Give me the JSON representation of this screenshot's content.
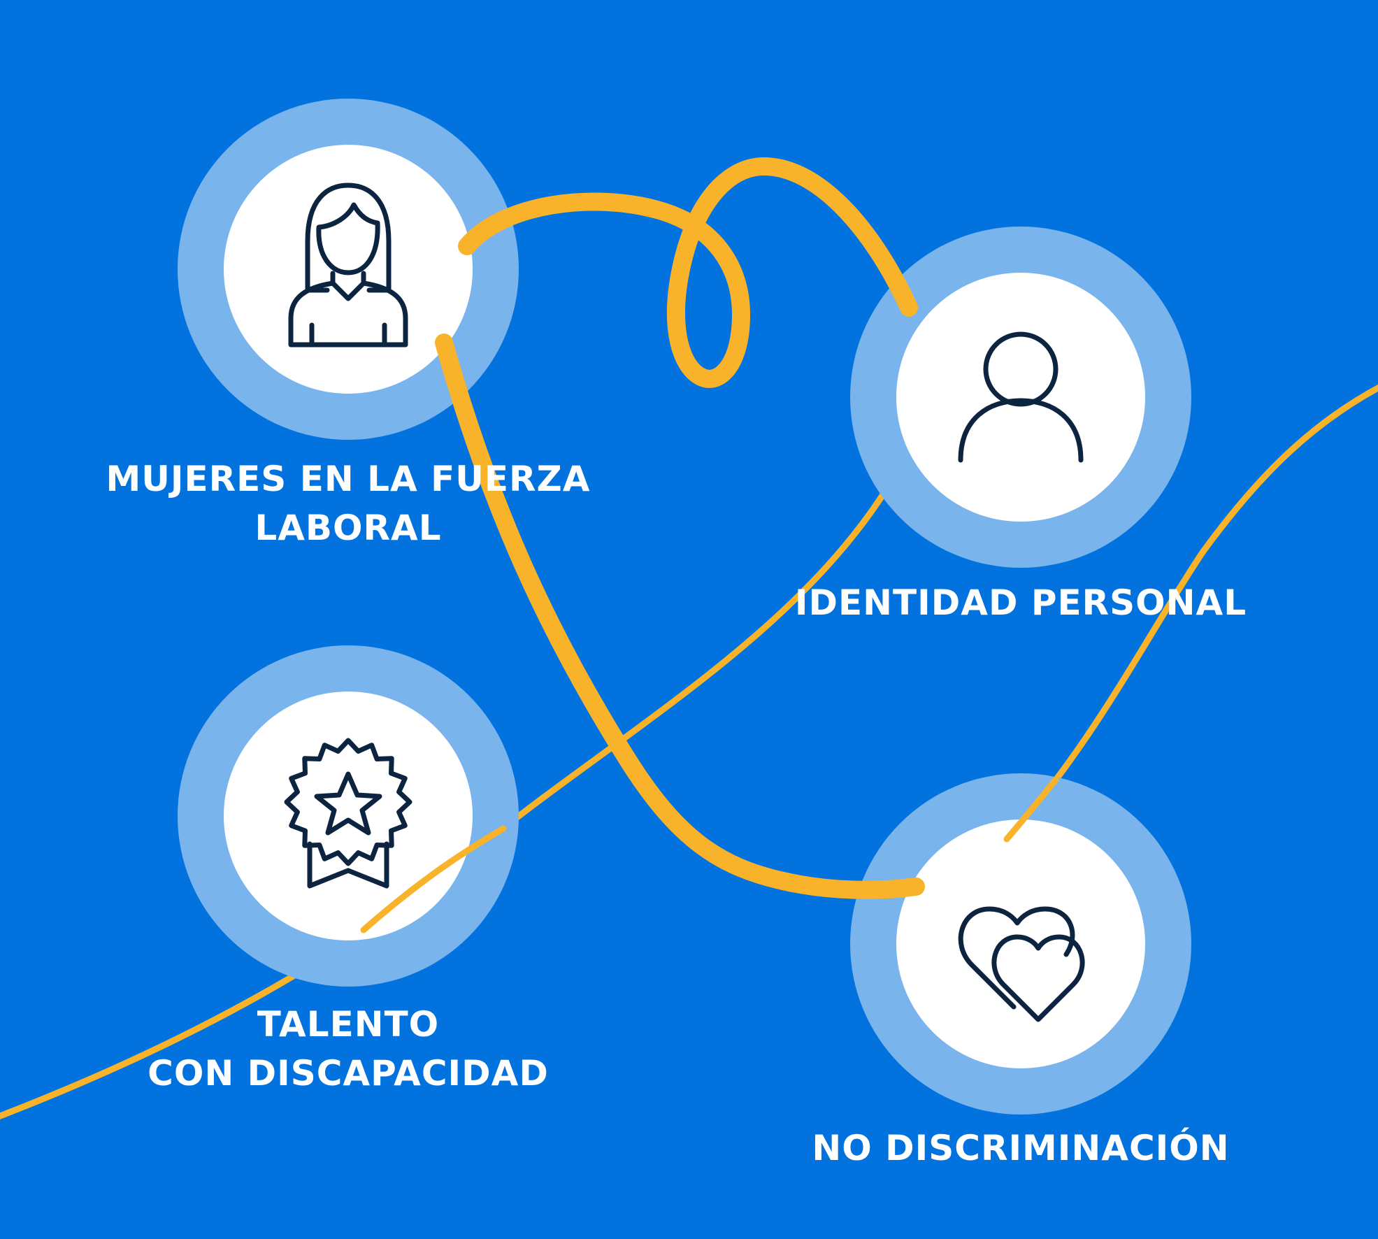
{
  "colors": {
    "background": "#0272DE",
    "ring": "#7AB4EC",
    "circle": "#FFFFFF",
    "ribbon": "#F8B32A",
    "icon_stroke": "#0C2440",
    "text": "#FFFFFF"
  },
  "items": [
    {
      "icon": "woman-icon",
      "label_lines": [
        "MUJERES EN LA FUERZA",
        "LABORAL"
      ]
    },
    {
      "icon": "person-icon",
      "label_lines": [
        "IDENTIDAD PERSONAL"
      ]
    },
    {
      "icon": "award-badge-icon",
      "label_lines": [
        "TALENTO",
        "CON DISCAPACIDAD"
      ]
    },
    {
      "icon": "two-hearts-icon",
      "label_lines": [
        "NO DISCRIMINACIÓN"
      ]
    }
  ]
}
